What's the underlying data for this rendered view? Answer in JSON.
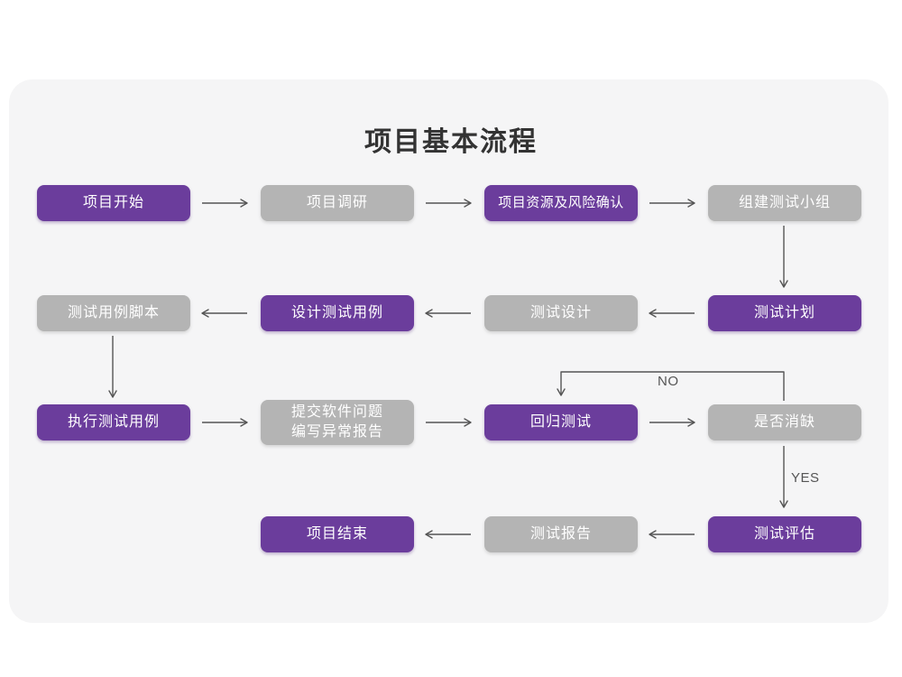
{
  "page": {
    "title": "项目基本流程",
    "background_color": "#ffffff",
    "card_color": "#f5f5f6"
  },
  "palette": {
    "purple": "#6b3d9c",
    "gray": "#b4b4b4",
    "text_on_box": "#ffffff",
    "arrow": "#555555",
    "title_text": "#333333"
  },
  "nodes": [
    {
      "id": "n1",
      "label": "项目开始",
      "style": "purple"
    },
    {
      "id": "n2",
      "label": "项目调研",
      "style": "gray"
    },
    {
      "id": "n3",
      "label": "项目资源及风险确认",
      "style": "purple"
    },
    {
      "id": "n4",
      "label": "组建测试小组",
      "style": "gray"
    },
    {
      "id": "n5",
      "label": "测试计划",
      "style": "purple"
    },
    {
      "id": "n6",
      "label": "测试设计",
      "style": "gray"
    },
    {
      "id": "n7",
      "label": "设计测试用例",
      "style": "purple"
    },
    {
      "id": "n8",
      "label": "测试用例脚本",
      "style": "gray"
    },
    {
      "id": "n9",
      "label": "执行测试用例",
      "style": "purple"
    },
    {
      "id": "n10",
      "label": "提交软件问题\n编写异常报告",
      "style": "gray"
    },
    {
      "id": "n11",
      "label": "回归测试",
      "style": "purple"
    },
    {
      "id": "n12",
      "label": "是否消缺",
      "style": "gray"
    },
    {
      "id": "n13",
      "label": "测试评估",
      "style": "purple"
    },
    {
      "id": "n14",
      "label": "测试报告",
      "style": "gray"
    },
    {
      "id": "n15",
      "label": "项目结束",
      "style": "purple"
    }
  ],
  "edge_labels": {
    "no": "NO",
    "yes": "YES"
  },
  "flow": [
    "项目开始 → 项目调研",
    "项目调研 → 项目资源及风险确认",
    "项目资源及风险确认 → 组建测试小组",
    "组建测试小组 ↓ 测试计划",
    "测试计划 ← 测试设计",
    "测试设计 ← 设计测试用例",
    "设计测试用例 ← 测试用例脚本",
    "测试用例脚本 ↓ 执行测试用例",
    "执行测试用例 → 提交软件问题/编写异常报告",
    "提交软件问题/编写异常报告 → 回归测试",
    "回归测试 → 是否消缺",
    "是否消缺 NO ↺ 回归测试",
    "是否消缺 YES ↓ 测试评估",
    "测试评估 → 测试报告",
    "测试报告 → 项目结束"
  ]
}
